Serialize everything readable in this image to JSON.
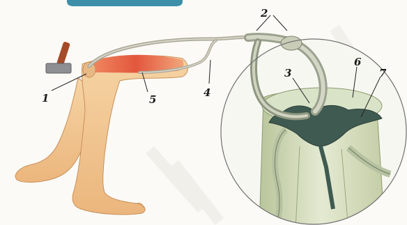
{
  "labels": {
    "l1": "1",
    "l2": "2",
    "l3": "3",
    "l4": "4",
    "l5": "5",
    "l6": "6",
    "l7": "7"
  },
  "colors": {
    "header_tab": "#3d8fa8",
    "skin": "#f1c895",
    "muscle": "#e2573d",
    "nerve": "#b9b7a6",
    "grey_matter": "#3f5a50",
    "white_matter": "#d9e3c8"
  }
}
